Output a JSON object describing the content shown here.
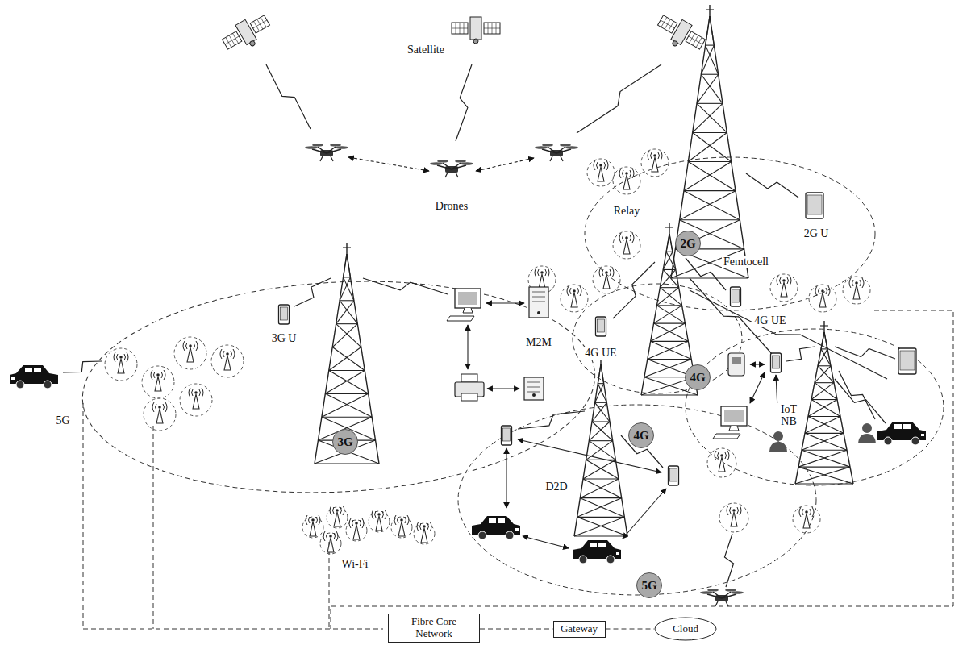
{
  "diagram": {
    "nodes": [
      {
        "text": [
          "2G"
        ]
      },
      {
        "text": [
          "4G"
        ]
      },
      {
        "text": [
          "4G"
        ]
      },
      {
        "text": [
          "3G"
        ]
      },
      {
        "text": [
          "5G"
        ]
      },
      {
        "text": [
          "Fibre Core Network"
        ]
      },
      {
        "text": [
          "Gateway"
        ]
      },
      {
        "text": [
          "Cloud"
        ]
      }
    ],
    "edges": [
      {
        "from": 5,
        "to": 6,
        "arrow": "none"
      },
      {
        "from": 6,
        "to": 7,
        "arrow": "none"
      }
    ],
    "labels": [
      "Satellite",
      "Drones",
      "Relay",
      "2G U",
      "Femtocell",
      "3G U",
      "M2M",
      "4G UE",
      "4G UE",
      "5G",
      "IoT NB",
      "D2D",
      "Wi-Fi"
    ]
  }
}
